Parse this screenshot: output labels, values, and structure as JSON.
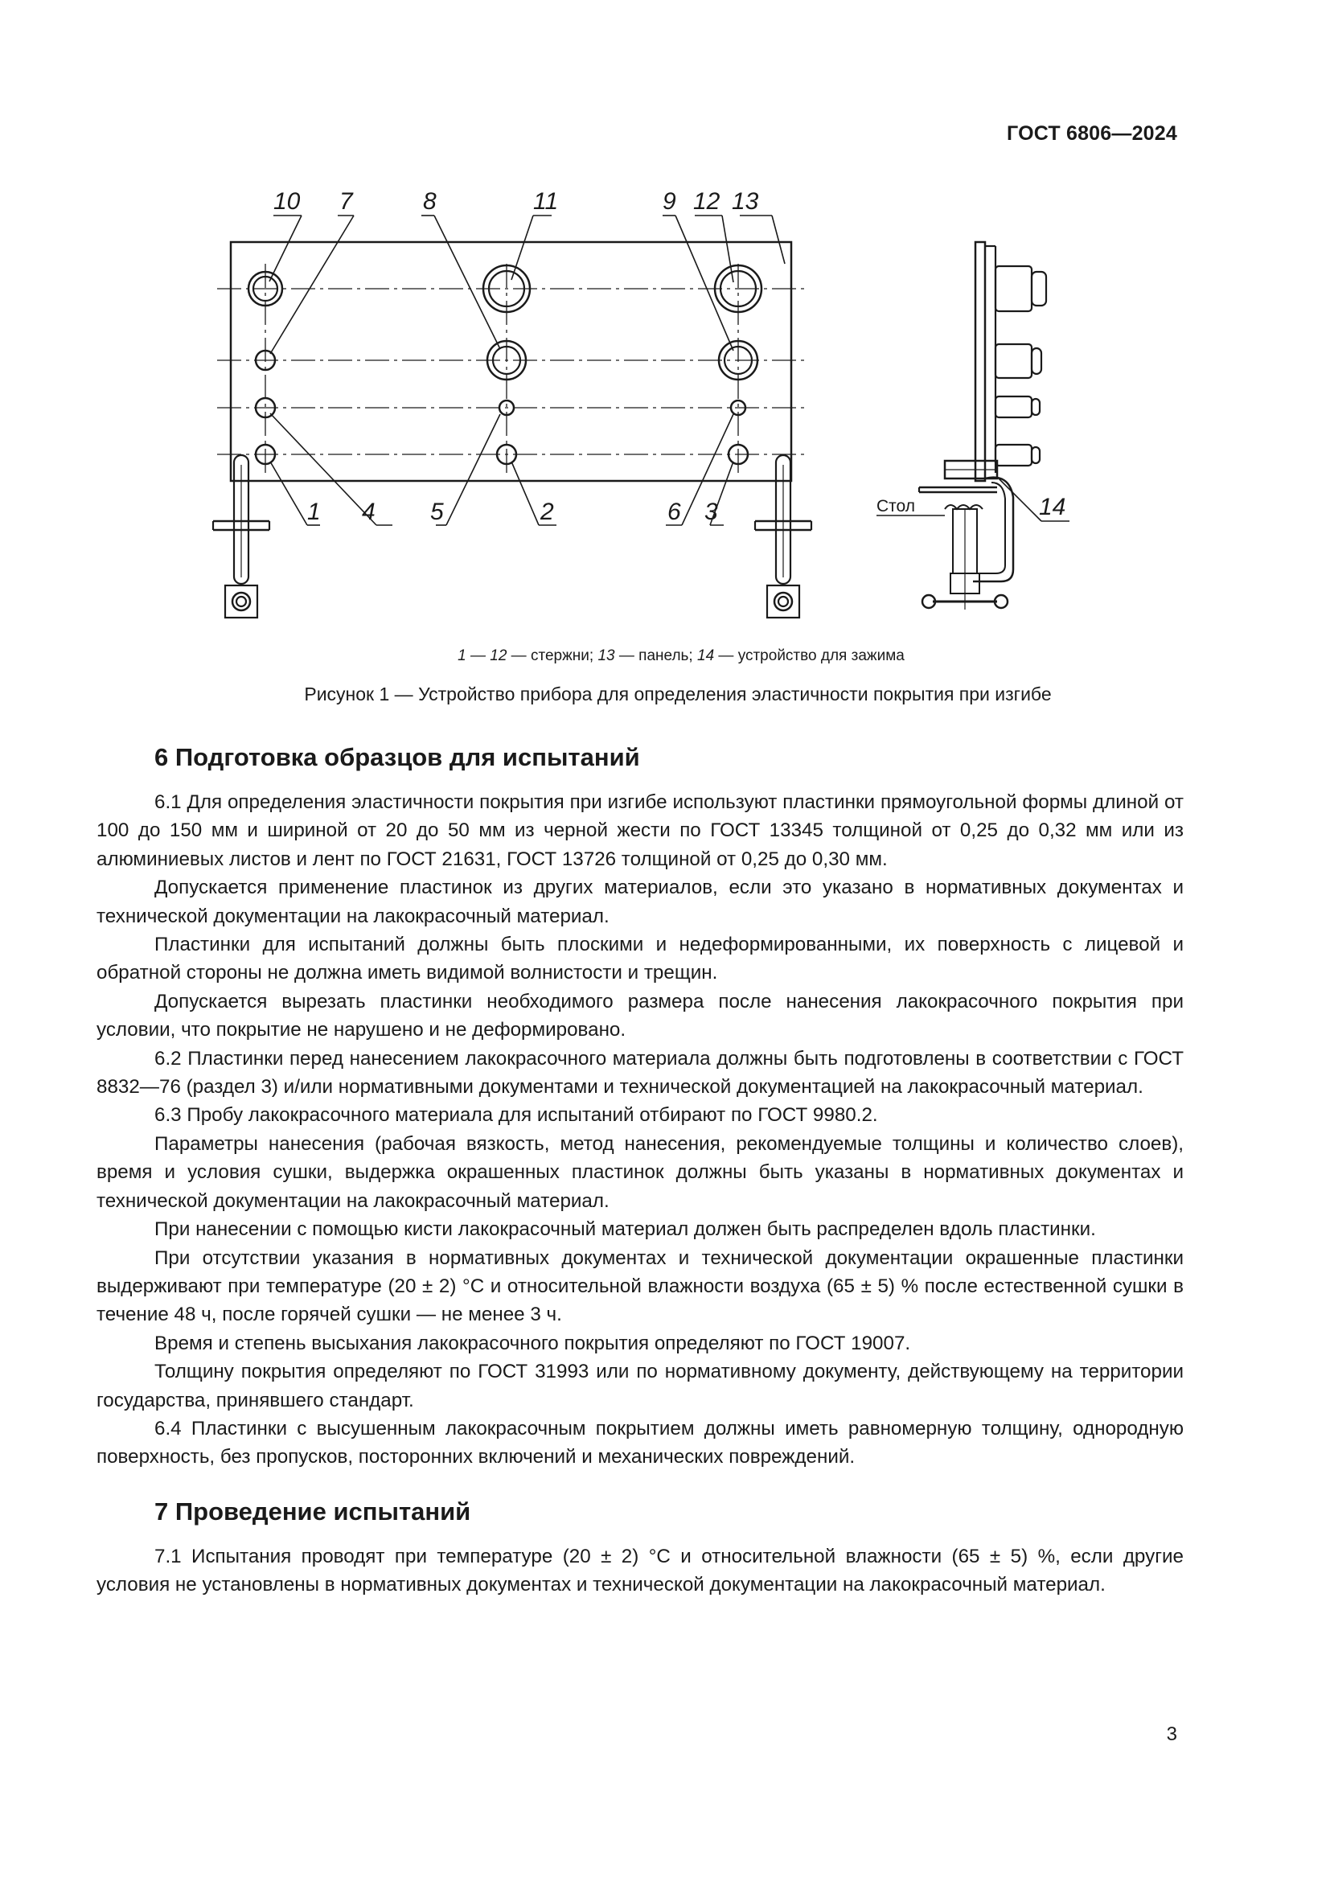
{
  "header": {
    "code": "ГОСТ 6806—2024"
  },
  "figure": {
    "callouts": {
      "n10": "10",
      "n7": "7",
      "n8": "8",
      "n11": "11",
      "n9": "9",
      "n12": "12",
      "n13": "13",
      "n1": "1",
      "n4": "4",
      "n5": "5",
      "n2": "2",
      "n6": "6",
      "n3": "3",
      "n14": "14",
      "table": "Стол"
    },
    "legend": {
      "p1": "1 — 12",
      "t1": " — стержни; ",
      "p2": "13",
      "t2": " — панель; ",
      "p3": "14",
      "t3": " — устройство для зажима"
    },
    "caption": "Рисунок 1 — Устройство прибора для определения эластичности покрытия при изгибе"
  },
  "section6": {
    "title": "6  Подготовка образцов для испытаний",
    "paragraphs": [
      "6.1 Для определения эластичности покрытия при изгибе используют пластинки прямоугольной формы длиной от 100 до 150 мм и шириной от 20 до 50 мм из черной жести по ГОСТ 13345 толщиной от 0,25 до 0,32 мм или из алюминиевых листов и лент по ГОСТ 21631, ГОСТ 13726 толщиной от 0,25 до 0,30  мм.",
      "Допускается применение пластинок из других материалов, если это указано в нормативных документах и технической документации на лакокрасочный материал.",
      "Пластинки для испытаний должны быть плоскими и недеформированными, их поверхность с лицевой и обратной стороны не должна иметь видимой волнистости и трещин.",
      "Допускается вырезать пластинки необходимого размера после нанесения лакокрасочного покрытия при условии, что покрытие не нарушено и не деформировано.",
      "6.2 Пластинки перед нанесением лакокрасочного материала должны быть подготовлены в соответствии с ГОСТ 8832—76 (раздел 3) и/или нормативными документами и технической документацией на лакокрасочный материал.",
      "6.3 Пробу лакокрасочного материала для испытаний отбирают по ГОСТ 9980.2.",
      "Параметры нанесения (рабочая вязкость, метод нанесения, рекомендуемые толщины и количество слоев), время и условия сушки, выдержка окрашенных пластинок должны быть указаны в нормативных документах и технической документации на лакокрасочный материал.",
      "При нанесении с помощью кисти лакокрасочный материал должен быть распределен вдоль пластинки.",
      "При отсутствии указания в нормативных документах и технической документации окрашенные пластинки выдерживают при температуре (20 ± 2) °С и относительной влажности воздуха (65 ± 5) % после естественной сушки в течение 48 ч, после горячей сушки — не менее 3 ч.",
      "Время и степень высыхания лакокрасочного покрытия определяют по ГОСТ 19007.",
      "Толщину покрытия определяют по ГОСТ 31993 или по нормативному документу, действующему на территории государства, принявшего стандарт.",
      "6.4 Пластинки с высушенным лакокрасочным покрытием должны иметь равномерную толщину, однородную поверхность, без пропусков, посторонних включений и механических повреждений."
    ]
  },
  "section7": {
    "title": "7  Проведение испытаний",
    "paragraphs": [
      "7.1 Испытания проводят при температуре (20 ± 2) °С и относительной влажности (65 ± 5) %, если другие условия не установлены в нормативных документах и технической документации на лакокрасочный материал."
    ]
  },
  "page_number": "3"
}
